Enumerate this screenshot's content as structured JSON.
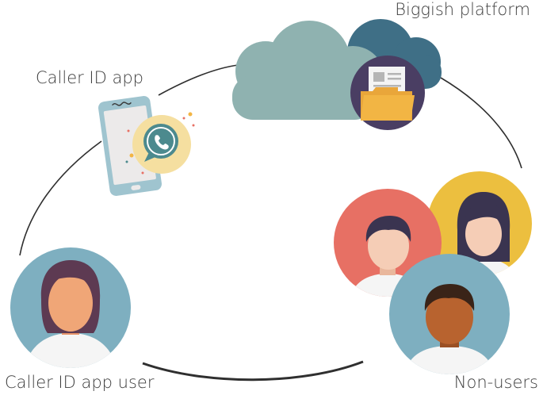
{
  "labels": {
    "platform": "Biggish platform",
    "app": "Caller ID app",
    "user": "Caller ID app user",
    "non_users": "Non-users"
  },
  "colors": {
    "background": "#ffffff",
    "connector": "#2f2f2f",
    "cloud_light": "#8fb2b0",
    "cloud_dark": "#3f6f86",
    "folder_bg": "#4a3e63",
    "folder": "#f2b544",
    "phone_body": "#9fc4cf",
    "phone_screen": "#eceaea",
    "bubble_bg": "#f5dfa0",
    "bubble": "#4c8a8e",
    "avatar_blue": "#7eafc0",
    "avatar_red": "#e77064",
    "avatar_yellow": "#ecbf3f",
    "hair_dark": "#3a3450",
    "hair_purple": "#5d3a52",
    "skin_light": "#f5cdb6",
    "skin_tan": "#f0a677",
    "skin_dark": "#b8632f",
    "shirt": "#f5f5f5"
  },
  "icons": [
    "cloud-icon",
    "folder-icon",
    "smartphone-icon",
    "phone-chat-icon",
    "user-avatar-icon"
  ]
}
